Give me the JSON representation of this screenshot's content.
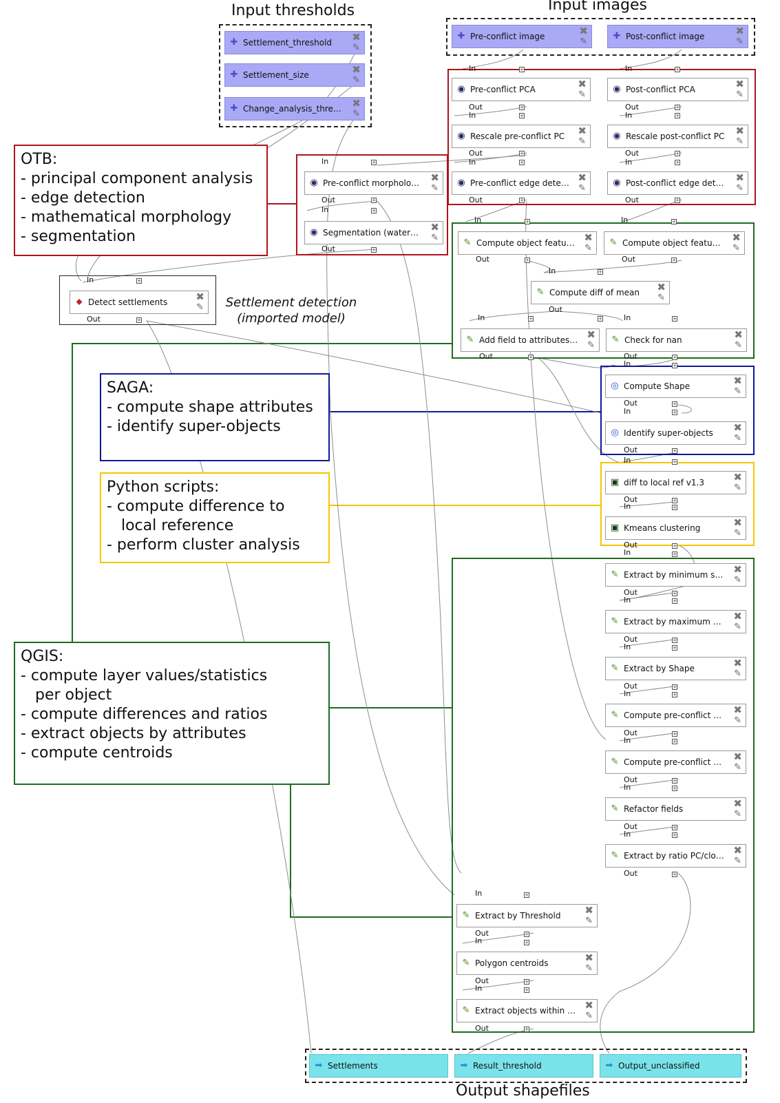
{
  "headings": {
    "input_thresholds": "Input thresholds",
    "input_images": "Input images",
    "output_shapefiles": "Output shapefiles"
  },
  "notes": {
    "settlement_detection": [
      "Settlement detection",
      "(imported model)"
    ]
  },
  "annotations": {
    "otb": [
      "OTB:",
      "- principal component analysis",
      "- edge detection",
      "- mathematical morphology",
      "- segmentation"
    ],
    "saga": [
      "SAGA:",
      "- compute shape attributes",
      "- identify super-objects"
    ],
    "python": [
      "Python scripts:",
      "- compute difference to",
      "   local reference",
      "- perform cluster analysis"
    ],
    "qgis": [
      "QGIS:",
      "- compute layer values/statistics",
      "   per object",
      "- compute differences and ratios",
      "- extract objects by attributes",
      "- compute centroids"
    ]
  },
  "ports": {
    "in": "In",
    "out": "Out"
  },
  "nodes": {
    "settlement_threshold": "Settlement_threshold",
    "settlement_size": "Settlement_size",
    "change_analysis_threshold": "Change_analysis_threshold",
    "pre_conflict_image": "Pre-conflict image",
    "post_conflict_image": "Post-conflict image",
    "pre_conflict_pca": "Pre-conflict PCA",
    "post_conflict_pca": "Post-conflict PCA",
    "rescale_pre_pc": "Rescale pre-conflict PC",
    "rescale_post_pc": "Rescale post-conflict PC",
    "pre_edge": "Pre-conflict edge detection",
    "post_edge": "Post-conflict edge detection",
    "pre_morph": "Pre-conflict morphologica...",
    "segmentation": "Segmentation (watershed)",
    "detect_settlements": "Detect settlements",
    "compute_object_features_1": "Compute object features ...",
    "compute_object_features_2": "Compute object features ...",
    "compute_diff_mean": "Compute diff of mean",
    "add_field": "Add field to attributes table",
    "check_nan": "Check for nan",
    "compute_shape": "Compute Shape",
    "identify_super": "Identify super-objects",
    "diff_local_ref": "diff to local ref v1.3",
    "kmeans": "Kmeans clustering",
    "extract_min_size": "Extract by minimum size",
    "extract_max_size": "Extract by maximum size",
    "extract_shape": "Extract by Shape",
    "compute_pre_pc": "Compute pre-conflict PC ...",
    "compute_pre_clos": "Compute pre-conflict clos...",
    "refactor_fields": "Refactor fields",
    "extract_ratio": "Extract by ratio  PC/closing",
    "extract_threshold": "Extract by Threshold",
    "polygon_centroids": "Polygon centroids",
    "extract_within": "Extract objects within sett...",
    "out_settlements": "Settlements",
    "out_result_threshold": "Result_threshold",
    "out_unclassified": "Output_unclassified"
  },
  "icons": {
    "input_param": "plus-icon",
    "otb_alg": "otb-icon",
    "qgis_alg": "qgis-icon",
    "saga_alg": "saga-icon",
    "python_script": "python-script-icon",
    "model": "model-icon",
    "output": "arrow-right-icon",
    "remove": "close-icon",
    "edit": "pencil-icon"
  },
  "colors": {
    "otb": "#b1121b",
    "qgis": "#1f6b1f",
    "saga": "#10189a",
    "python": "#f5c400",
    "input_fill": "#a9a9f5",
    "output_fill": "#7ae3ea"
  }
}
